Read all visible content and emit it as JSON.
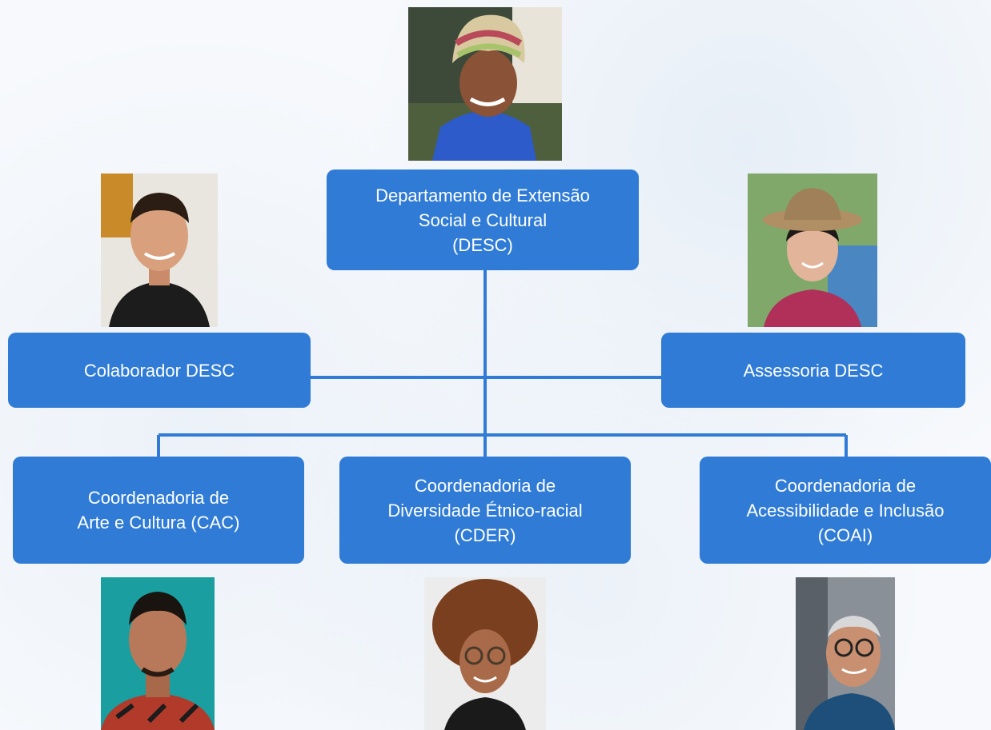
{
  "boxes": {
    "desc": "Departamento de Extensão\nSocial e Cultural\n(DESC)",
    "colaborador": "Colaborador DESC",
    "assessoria": "Assessoria DESC",
    "cac": "Coordenadoria de\nArte e Cultura (CAC)",
    "cder": "Coordenadoria de\nDiversidade Étnico-racial\n(CDER)",
    "coai": "Coordenadoria de\nAcessibilidade e Inclusão\n(COAI)"
  },
  "colors": {
    "box": "#2f7bd6",
    "box_text": "#ffffff",
    "connector": "#2f7bd6",
    "background": "#f7f9fc"
  }
}
